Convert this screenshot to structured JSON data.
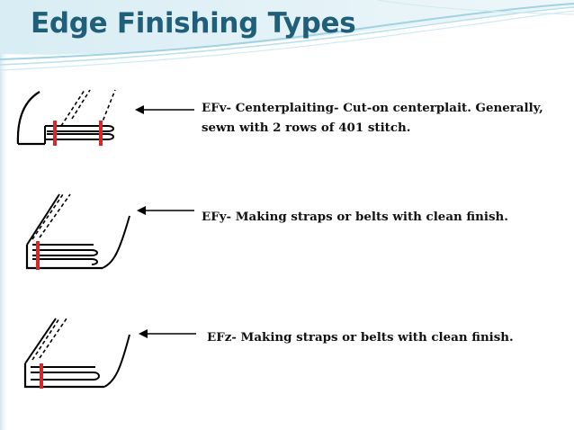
{
  "slide": {
    "title": "Edge Finishing Types",
    "accent_color": "#1f5f7a",
    "wave_color": "#9fd3e4",
    "stitch_color": "#d9262b"
  },
  "items": [
    {
      "diagram_icon": "centerpleat-fold-diagram",
      "text_lines": [
        "EFv- Centerplaiting- Cut-on centerplait. Generally,",
        "sewn with 2 rows of 401 stitch."
      ]
    },
    {
      "diagram_icon": "strap-fold-diagram",
      "text_lines": [
        "EFy- Making straps or belts with clean finish."
      ]
    },
    {
      "diagram_icon": "belt-fold-diagram",
      "text_lines": [
        "EFz- Making straps or belts with clean finish."
      ]
    }
  ]
}
